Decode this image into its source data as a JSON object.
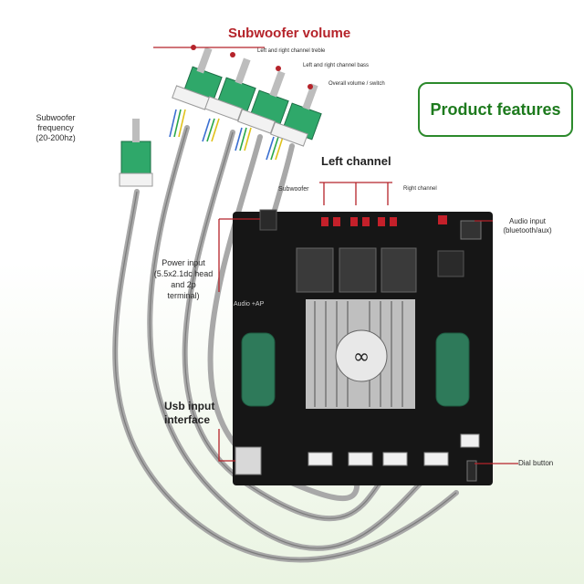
{
  "titles": {
    "subwoofer_volume": "Subwoofer volume",
    "product_features": "Product features",
    "left_channel": "Left channel",
    "usb_input": "Usb input interface",
    "usb_line1": "Usb input",
    "usb_line2": "interface"
  },
  "labels": {
    "treble": "Left and right channel treble",
    "bass": "Left and right channel bass",
    "overall": "Overall volume / switch",
    "subwoofer_freq_1": "Subwoofer",
    "subwoofer_freq_2": "frequency",
    "subwoofer_freq_3": "(20-200hz)",
    "subwoofer": "Subwoofer",
    "right_channel": "Right channel",
    "audio_input_1": "Audio input",
    "audio_input_2": "(bluetooth/aux)",
    "power_1": "Power input",
    "power_2": "(5.5x2.1dc head",
    "power_3": "and 2p",
    "power_4": "terminal)",
    "dial_button": "Dial button",
    "board_audio": "Audio +AP"
  },
  "colors": {
    "board": "#161616",
    "heatsink": "#c9c9c9",
    "capacitor": "#2e7a5a",
    "pot_body": "#2fa86a",
    "accent_red": "#b5232a",
    "feature_green": "#1d7a1d"
  }
}
